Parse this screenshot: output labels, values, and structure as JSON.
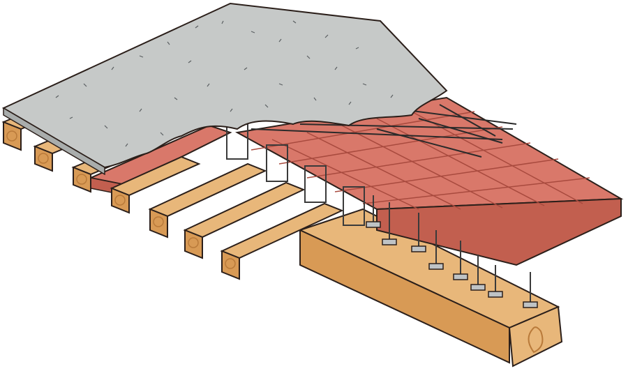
{
  "diagram": {
    "labels": [],
    "components": [
      "concrete-slab",
      "clay-tile-blocks",
      "steel-reinforcement-mesh",
      "timber-joists",
      "timber-main-beam",
      "steel-connector-stirrups",
      "anchor-bolts-with-plates"
    ],
    "colors": {
      "concrete": "#c6c9c8",
      "concrete_speckle": "#5a5f61",
      "tile_top": "#d9786a",
      "tile_side": "#c25f4f",
      "tile_joint": "#a84a3e",
      "timber_top": "#e8b77a",
      "timber_side": "#d89a55",
      "timber_dark": "#b97a3a",
      "outline": "#2b1f1a",
      "steel": "#3a3a3a",
      "plate": "#bfc3c5"
    }
  }
}
